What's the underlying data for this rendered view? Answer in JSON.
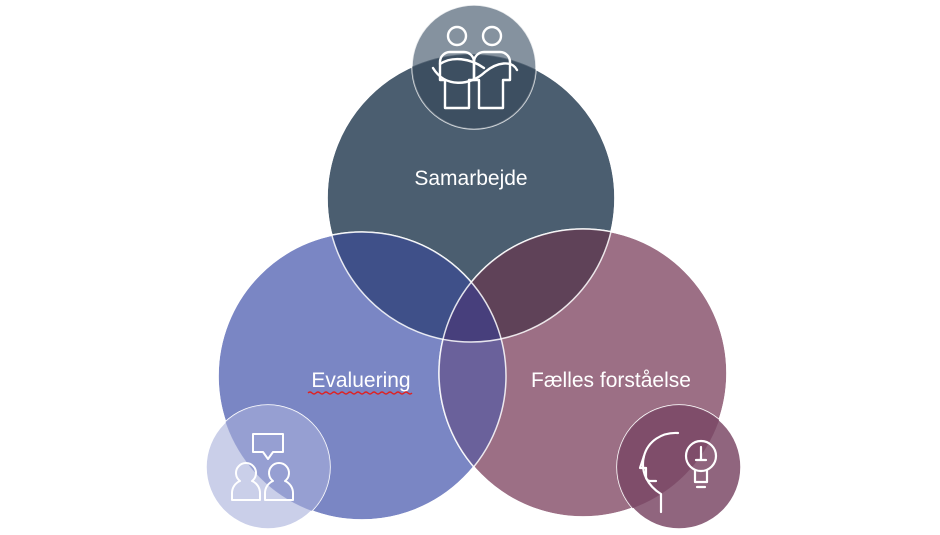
{
  "diagram": {
    "circles": [
      {
        "id": "samarbejde",
        "label": "Samarbejde",
        "color": "#4b5e70",
        "icon": "two-people-arms-linked-icon"
      },
      {
        "id": "evaluering",
        "label": "Evaluering",
        "color": "#7a86c4",
        "icon": "two-people-speech-bubble-icon"
      },
      {
        "id": "faelles",
        "label": "Fælles forståelse",
        "color": "#9c6f85",
        "icon": "head-lightbulb-icon"
      }
    ],
    "colors": {
      "top_circle": "#4b5e70",
      "left_circle": "#7a86c4",
      "right_circle": "#9c6f85",
      "overlap_top_left": "#3f5089",
      "overlap_top_right": "#5f4258",
      "overlap_left_right": "#6a619b",
      "overlap_center": "#473f7c",
      "spellcheck_underline": "#e02020"
    }
  }
}
